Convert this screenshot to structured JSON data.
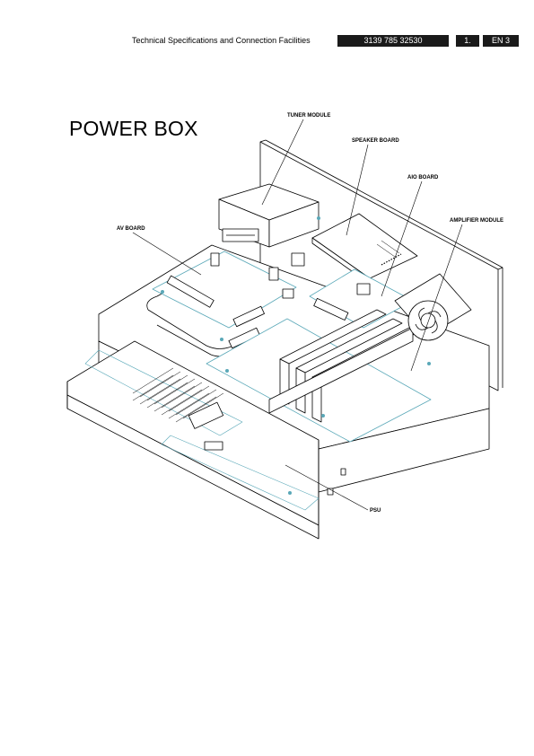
{
  "header": {
    "section_title": "Technical Specifications and Connection Facilities",
    "doc_number": "3139 785 32530",
    "chapter": "1.",
    "page": "EN 3"
  },
  "title": "POWER BOX",
  "callouts": {
    "tuner": "TUNER MODULE",
    "speaker": "SPEAKER BOARD",
    "aio": "AIO BOARD",
    "av": "AV BOARD",
    "amplifier": "AMPLIFIER MODULE",
    "psu": "PSU"
  }
}
